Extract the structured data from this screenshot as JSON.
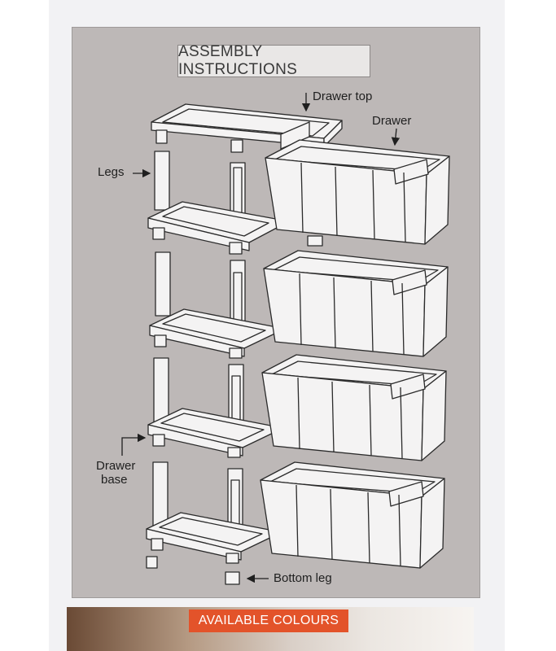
{
  "title": "ASSEMBLY INSTRUCTIONS",
  "labels": {
    "drawer_top": "Drawer top",
    "drawer": "Drawer",
    "legs": "Legs",
    "drawer_base_1": "Drawer",
    "drawer_base_2": "base",
    "bottom_leg": "Bottom leg"
  },
  "badge": "AVAILABLE COLOURS",
  "colors": {
    "panel": "#bdb8b7",
    "part_fill": "#f4f3f3",
    "part_stroke": "#2b2b2b",
    "badge": "#e3532a"
  }
}
